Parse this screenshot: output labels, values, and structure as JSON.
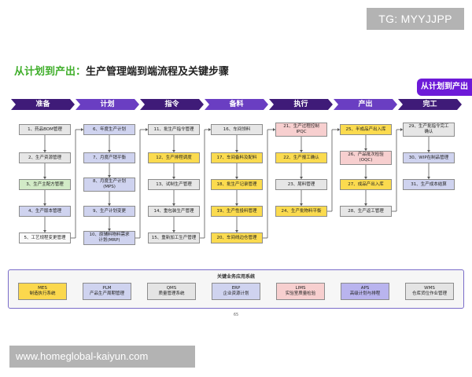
{
  "watermark_top": "TG: MYYJJPP",
  "watermark_bottom": "www.homeglobal-kaiyun.com",
  "title_accent": "从计划到产出：",
  "title_rest": "生产管理端到端流程及关键步骤",
  "tag": "从计划到产出",
  "phases": [
    "准备",
    "计划",
    "指令",
    "备料",
    "执行",
    "产出",
    "完工"
  ],
  "columns": [
    [
      {
        "label": "1、药品BOM管理",
        "color": "gray"
      },
      {
        "label": "2、生产资源管理",
        "color": "gray"
      },
      {
        "label": "3、生产主配方管理",
        "color": "green"
      },
      {
        "label": "4、生产版本管理",
        "color": "blue"
      },
      {
        "label": "5、工艺规程变更管理",
        "color": "white"
      }
    ],
    [
      {
        "label": "6、年度生产计划",
        "color": "blue"
      },
      {
        "label": "7、月度产销平衡",
        "color": "blue"
      },
      {
        "label": "8、月度生产计划\n(MPS)",
        "color": "blue"
      },
      {
        "label": "9、生产计划变更",
        "color": "blue"
      },
      {
        "label": "10、原辅料物料需求\n计划(MRP)",
        "color": "blue"
      }
    ],
    [
      {
        "label": "11、批生产指令管理",
        "color": "gray"
      },
      {
        "label": "12、生产排程调度",
        "color": "yellow"
      },
      {
        "label": "13、试制生产管理",
        "color": "gray"
      },
      {
        "label": "14、重包装生产管理",
        "color": "gray"
      },
      {
        "label": "15、重新加工生产管理",
        "color": "gray"
      }
    ],
    [
      {
        "label": "16、车间领料",
        "color": "gray"
      },
      {
        "label": "17、车间备料及配料",
        "color": "yellow"
      },
      {
        "label": "18、批生产记录管理",
        "color": "yellow"
      },
      {
        "label": "19、生产性投料管理",
        "color": "yellow"
      },
      {
        "label": "20、车间线边仓管理",
        "color": "yellow"
      }
    ],
    [
      {
        "label": "21、生产过程控制\nIPQC",
        "color": "pink"
      },
      {
        "label": "22、生产报工确认",
        "color": "yellow"
      },
      {
        "label": "23、尾料管理",
        "color": "gray"
      },
      {
        "label": "24、生产批物料平衡",
        "color": "yellow"
      }
    ],
    [
      {
        "label": "25、半成品产出入库",
        "color": "yellow"
      },
      {
        "label": "26、产品批次检验\n(OQC)",
        "color": "pink"
      },
      {
        "label": "27、成品产出入库",
        "color": "yellow"
      },
      {
        "label": "28、生产返工管理",
        "color": "gray"
      }
    ],
    [
      {
        "label": "29、生产批指令完工\n确认",
        "color": "gray"
      },
      {
        "label": "30、WIP在制品管理",
        "color": "blue"
      },
      {
        "label": "31、生产成本结算",
        "color": "blue"
      }
    ]
  ],
  "systems_title": "关键业务应用系统",
  "systems": [
    {
      "code": "MES",
      "name": "制造执行系统",
      "color": "yellow"
    },
    {
      "code": "PLM",
      "name": "产品生产周期管理",
      "color": "blue"
    },
    {
      "code": "QMS",
      "name": "质量管理系统",
      "color": "gray"
    },
    {
      "code": "ERP",
      "name": "企业资源计划",
      "color": "blue"
    },
    {
      "code": "LIMS",
      "name": "实验室质量检验",
      "color": "pink"
    },
    {
      "code": "APS",
      "name": "高级计划与排程",
      "color": "violet"
    },
    {
      "code": "WMS",
      "name": "仓库货位作业管理",
      "color": "gray"
    }
  ],
  "page_number": "65"
}
